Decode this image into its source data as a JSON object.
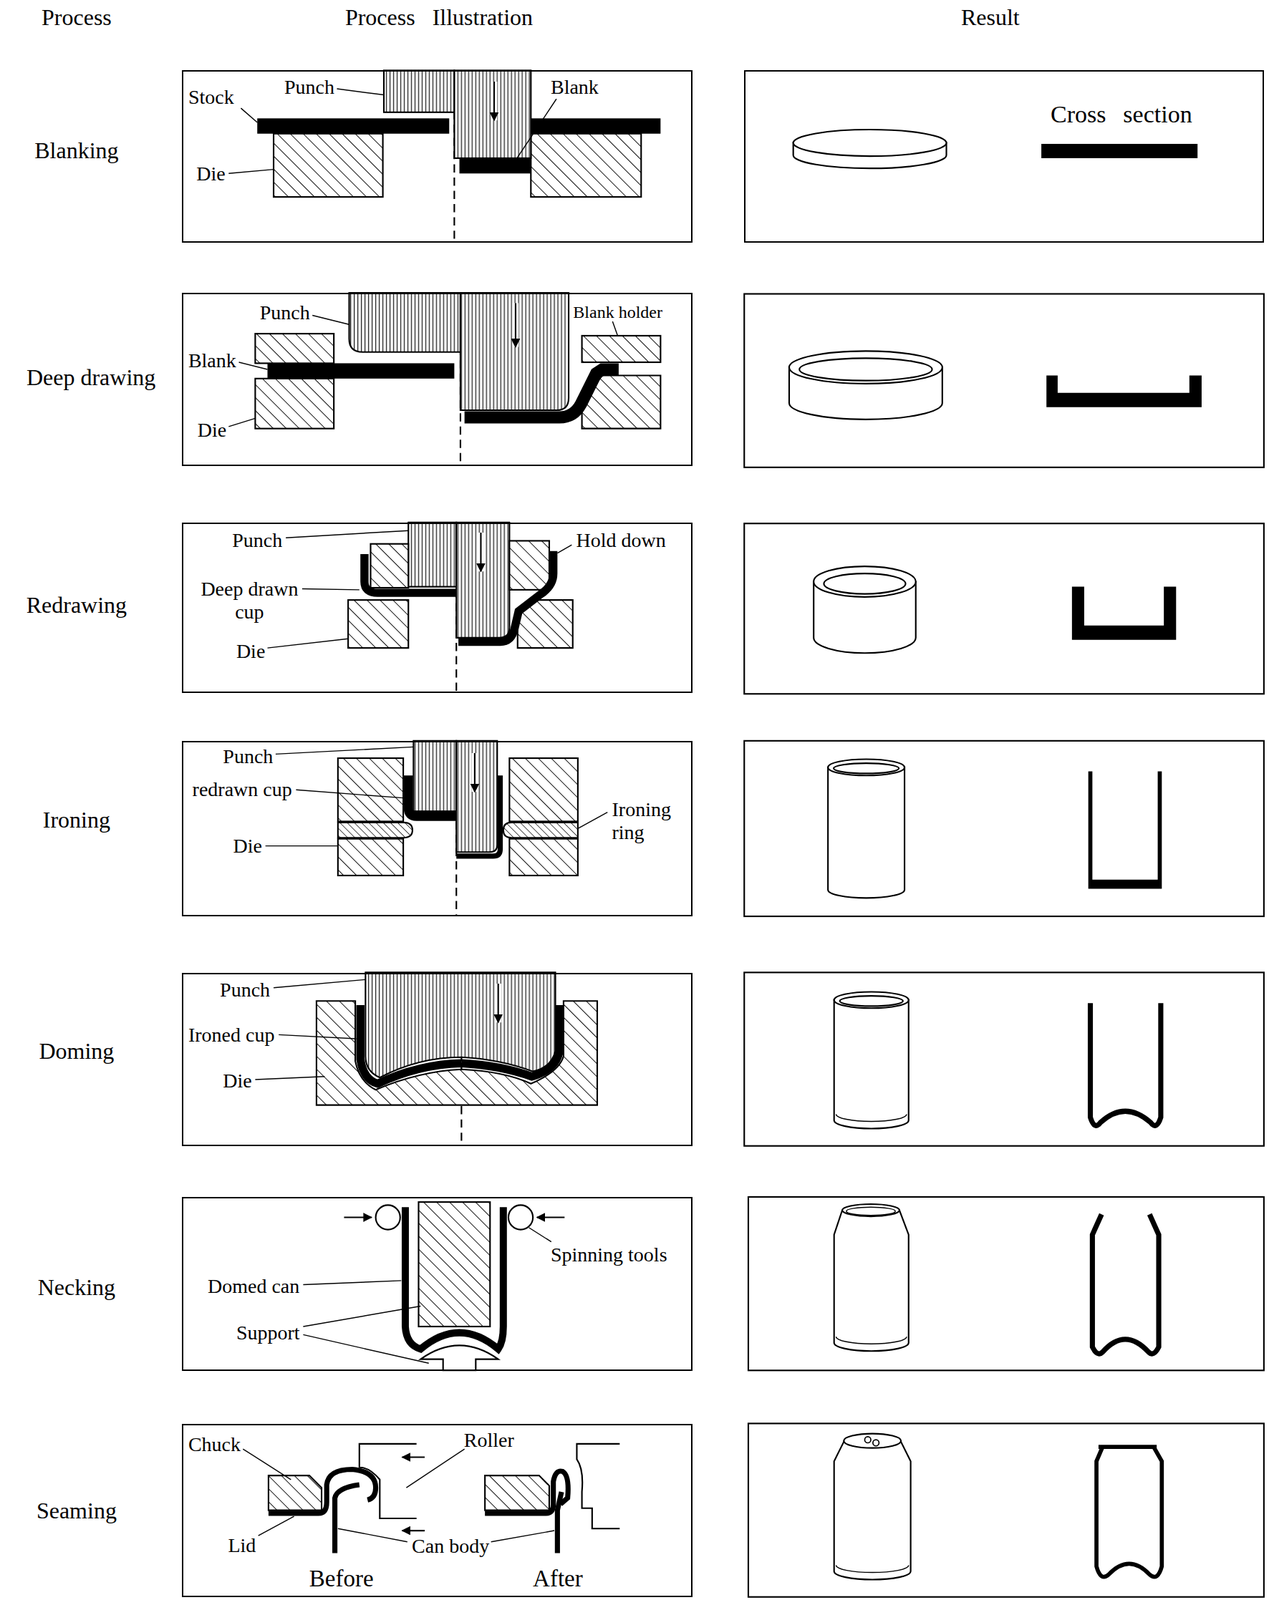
{
  "diagram": {
    "nodes": [
      {
        "text": [
          "Stock",
          "Punch",
          "Blank",
          "Die"
        ]
      },
      {
        "text": [
          "Cross section"
        ]
      },
      {
        "text": [
          "Punch",
          "Blank holder",
          "Blank",
          "Die"
        ]
      },
      {
        "text": [
          "Punch",
          "Hold down",
          "Deep drawn cup",
          "Die"
        ]
      },
      {
        "text": [
          "Punch",
          "redrawn cup",
          "Ironing ring",
          "Die"
        ]
      },
      {
        "text": [
          "Punch",
          "Ironed cup",
          "Die"
        ]
      },
      {
        "text": [
          "Spinning tools",
          "Domed can",
          "Support"
        ]
      },
      {
        "text": [
          "Chuck",
          "Roller",
          "Lid",
          "Can body",
          "Before",
          "After"
        ]
      }
    ],
    "labels": [
      "Process",
      "Process Illustration",
      "Result",
      "Blanking",
      "Deep drawing",
      "Redrawing",
      "Ironing",
      "Doming",
      "Necking",
      "Seaming"
    ]
  }
}
